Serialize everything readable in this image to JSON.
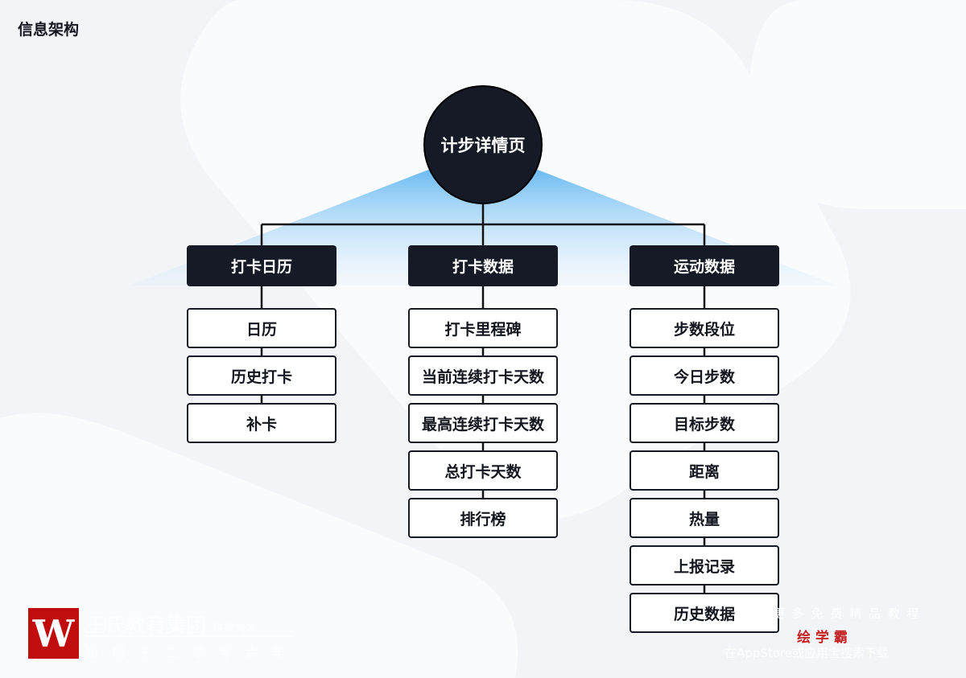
{
  "title": "信息架构",
  "root": "计步详情页",
  "columns": [
    {
      "label": "打卡日历",
      "items": [
        "日历",
        "历史打卡",
        "补卡"
      ]
    },
    {
      "label": "打卡数据",
      "items": [
        "打卡里程碑",
        "当前连续打卡天数",
        "最高连续打卡天数",
        "总打卡天数",
        "排行榜"
      ]
    },
    {
      "label": "运动数据",
      "items": [
        "步数段位",
        "今日步数",
        "目标步数",
        "距离",
        "热量",
        "上报记录",
        "历史数据"
      ]
    }
  ],
  "watermark": {
    "left_line1": "王氏教育集团",
    "left_line1b": "讲究为本",
    "left_line2": "始 创 于 二 零 零 六 年",
    "right_line1": "更 多 免 费 精 品 教 程",
    "right_brand": "绘 学 霸",
    "right_line3": "在AppStore或应用宝搜索下载"
  },
  "colors": {
    "dark": "#161a26",
    "brand_red": "#c00d0d",
    "beam": "#7cc4f5"
  }
}
